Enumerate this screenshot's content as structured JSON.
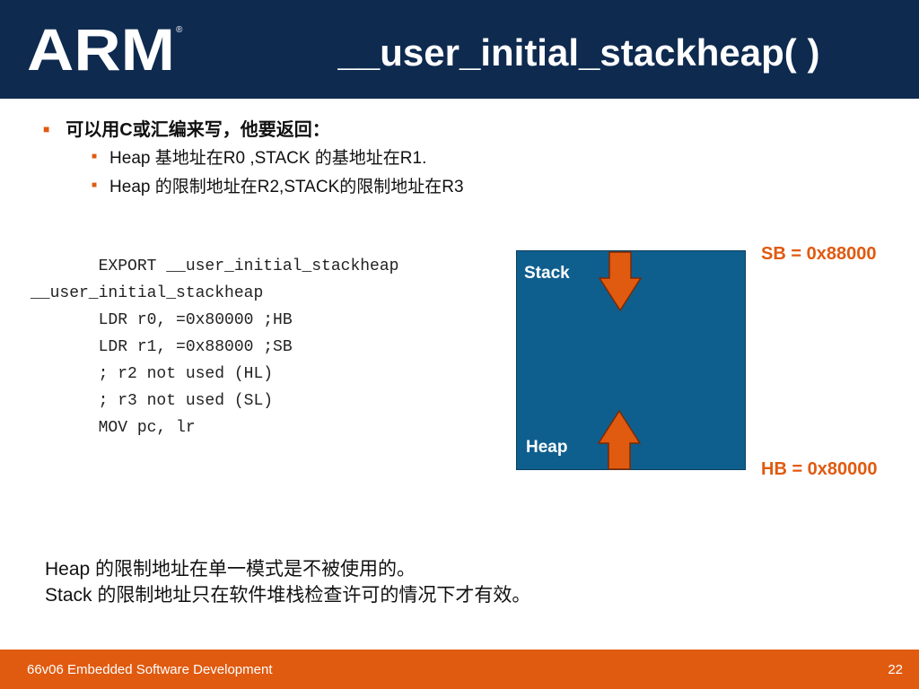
{
  "header": {
    "logo": "ARM",
    "title": "__user_initial_stackheap( )"
  },
  "bullets": {
    "main": "可以用C或汇编来写，他要返回：",
    "sub": [
      "Heap 基地址在R0 ,STACK 的基地址在R1.",
      "Heap 的限制地址在R2,STACK的限制地址在R3"
    ]
  },
  "code_lines": [
    "       EXPORT __user_initial_stackheap",
    "",
    "__user_initial_stackheap",
    "       LDR r0, =0x80000 ;HB",
    "       LDR r1, =0x88000 ;SB",
    "       ; r2 not used (HL)",
    "       ; r3 not used (SL)",
    "       MOV pc, lr"
  ],
  "diagram": {
    "stack_label": "Stack",
    "heap_label": "Heap",
    "sb_label": "SB = 0x88000",
    "hb_label": "HB = 0x80000",
    "box_color": "#0f5f8e",
    "arrow_color": "#e05a10"
  },
  "notes": [
    "Heap 的限制地址在单一模式是不被使用的。",
    "Stack 的限制地址只在软件堆栈检查许可的情况下才有效。"
  ],
  "footer": {
    "text": "66v06 Embedded Software Development",
    "page": "22"
  },
  "colors": {
    "header_bg": "#0e2a4f",
    "footer_bg": "#e05a10",
    "accent": "#e05a10"
  }
}
